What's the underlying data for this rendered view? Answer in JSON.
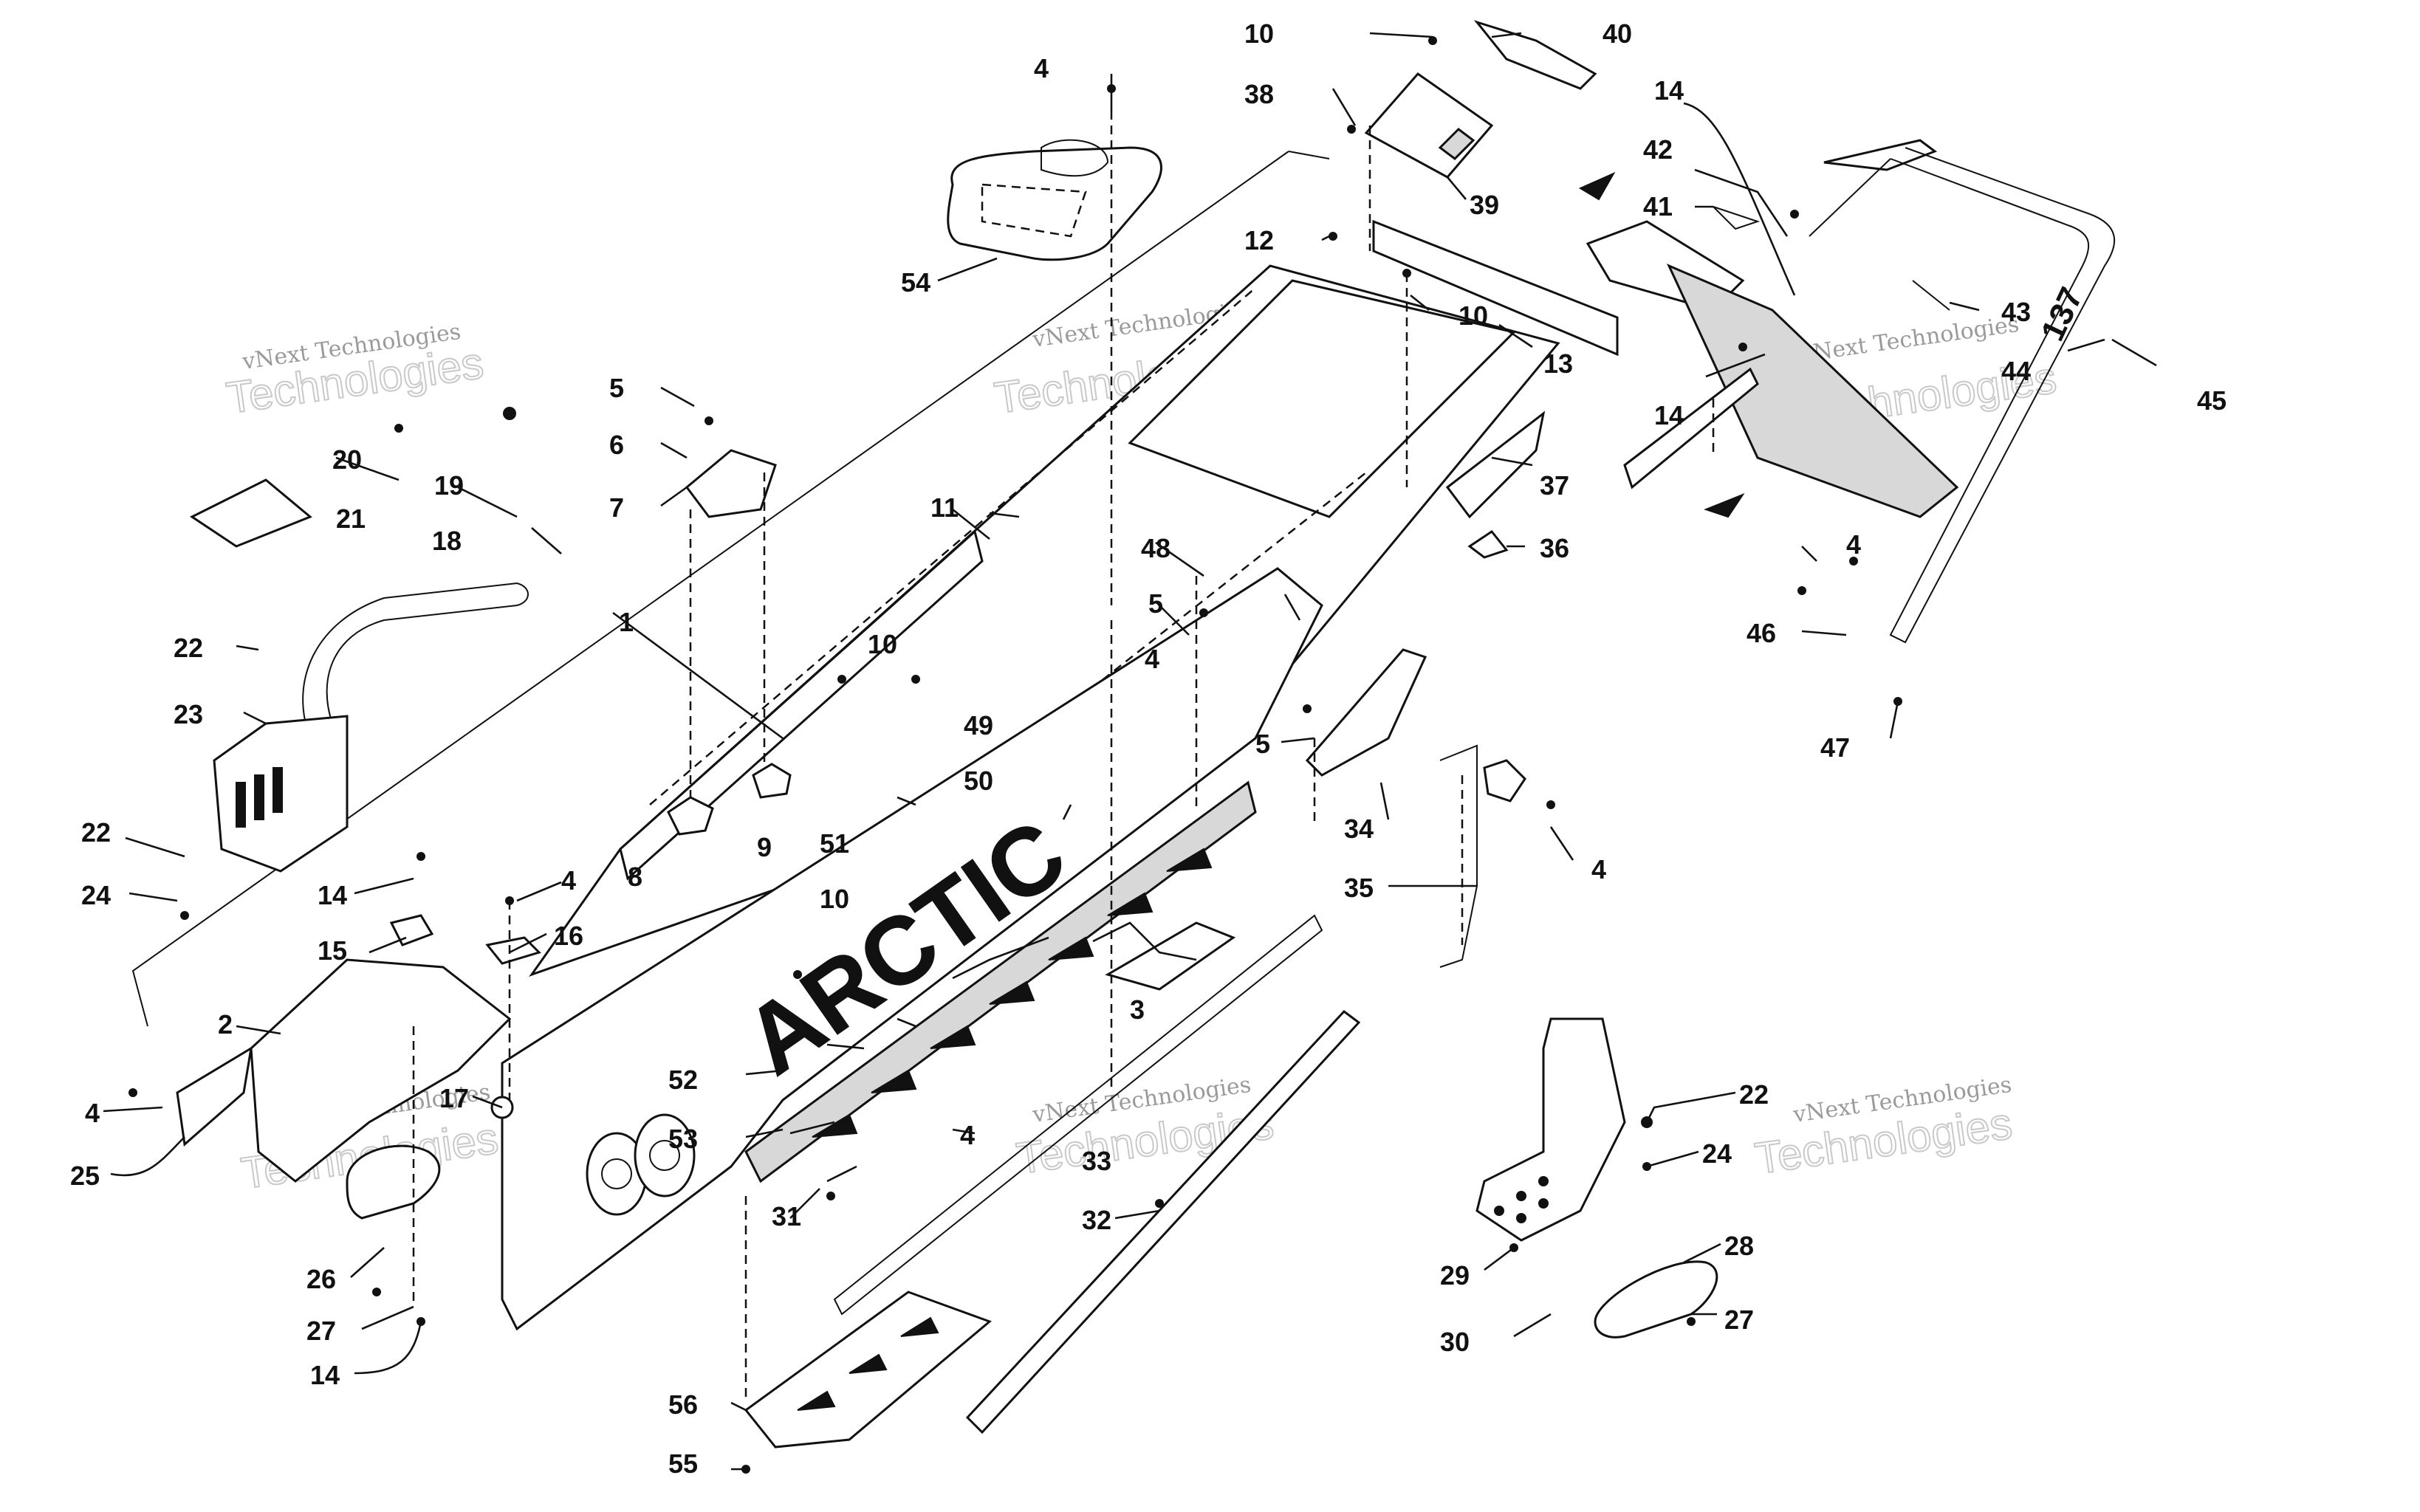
{
  "watermark": {
    "line1": "vNext Technologies",
    "line2": "Technologies"
  },
  "callouts": {
    "n1": "1",
    "n2": "2",
    "n3": "3",
    "n4": "4",
    "n5": "5",
    "n6": "6",
    "n7": "7",
    "n8": "8",
    "n9": "9",
    "n10": "10",
    "n11": "11",
    "n12": "12",
    "n13": "13",
    "n14": "14",
    "n15": "15",
    "n16": "16",
    "n17": "17",
    "n18": "18",
    "n19": "19",
    "n20": "20",
    "n21": "21",
    "n22": "22",
    "n23": "23",
    "n24": "24",
    "n25": "25",
    "n26": "26",
    "n27": "27",
    "n28": "28",
    "n29": "29",
    "n30": "30",
    "n31": "31",
    "n32": "32",
    "n33": "33",
    "n34": "34",
    "n35": "35",
    "n36": "36",
    "n37": "37",
    "n38": "38",
    "n39": "39",
    "n40": "40",
    "n41": "41",
    "n42": "42",
    "n43": "43",
    "n44": "44",
    "n45": "45",
    "n46": "46",
    "n47": "47",
    "n48": "48",
    "n49": "49",
    "n50": "50",
    "n51": "51",
    "n52": "52",
    "n53": "53",
    "n54": "54",
    "n55": "55",
    "n56": "56"
  },
  "decal_text": "ARCTIC",
  "bumper_badge": "137",
  "colors": {
    "ink": "#111111",
    "paper": "#ffffff",
    "watermark": "#9a9a9a"
  }
}
